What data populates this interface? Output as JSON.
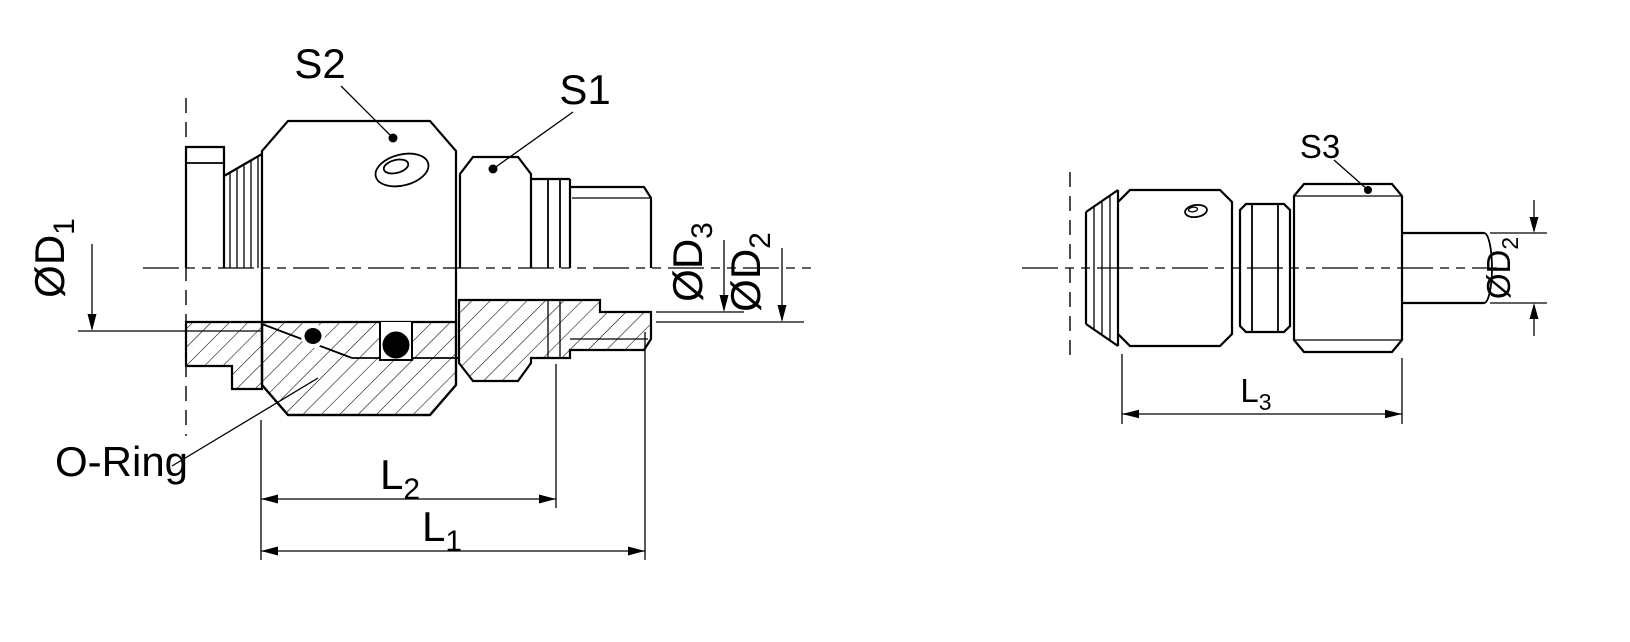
{
  "figure": {
    "colors": {
      "line": "#000000",
      "background": "#ffffff",
      "section_fill": "#000000"
    }
  },
  "left_view": {
    "labels": {
      "s2": "S2",
      "s1": "S1",
      "o_ring": "O-Ring",
      "d1_main": "ØD",
      "d1_sub": "1",
      "d3_main": "ØD",
      "d3_sub": "3",
      "d2_main": "ØD",
      "d2_sub": "2",
      "l2_main": "L",
      "l2_sub": "2",
      "l1_main": "L",
      "l1_sub": "1"
    }
  },
  "right_view": {
    "labels": {
      "s3": "S3",
      "d2_main": "ØD",
      "d2_sub": "2",
      "l3_main": "L",
      "l3_sub": "3"
    }
  }
}
